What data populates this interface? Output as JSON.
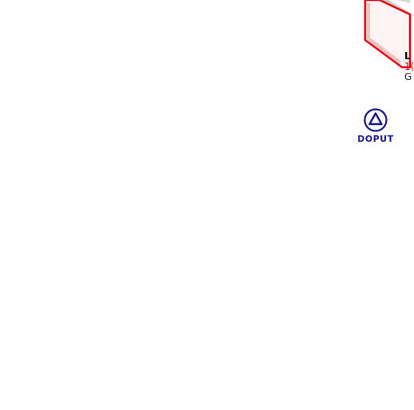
{
  "airspace": {
    "label_line1": "L",
    "label_line2": "1(",
    "label_line3": "G",
    "border_color": "#e30613",
    "fill_color": "#fff5f5"
  },
  "waypoint": {
    "name": "DOPUT",
    "icon": "triangle-in-circle-icon",
    "color": "#1a1a8c"
  }
}
